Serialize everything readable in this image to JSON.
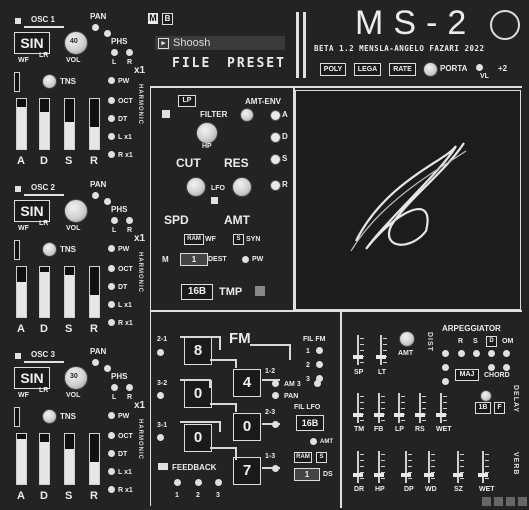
{
  "header": {
    "title": "MS-2",
    "subtitle": "BETA 1.2 MENSLA-ANGELO FAZARI 2022",
    "m_button": "M",
    "b_button": "B",
    "preset_name": "Shoosh",
    "file_label": "FILE",
    "preset_label": "PRESET",
    "poly_label": "POLY",
    "lega_label": "LEGA",
    "rate_label": "RATE",
    "porta_label": "PORTA",
    "vl_label": "VL",
    "plus2_label": "+2"
  },
  "oscillators": [
    {
      "title": "OSC 1",
      "wave": "SIN",
      "vol": "40",
      "wf": "WF",
      "lr": "LR",
      "vol_label": "VOL",
      "pan": "PAN",
      "phs": "PHS",
      "l": "L",
      "r": "R",
      "x1": "x1",
      "tns": "TNS",
      "pw": "PW",
      "oct": "OCT",
      "dt": "DT",
      "lx1": "L x1",
      "rx1": "R x1",
      "adsr": [
        "A",
        "D",
        "S",
        "R"
      ],
      "harmonic": "HARMONIC",
      "env": [
        0.85,
        0.75,
        0.55,
        0.45
      ]
    },
    {
      "title": "OSC 2",
      "wave": "SIN",
      "vol": "",
      "wf": "WF",
      "lr": "LR",
      "vol_label": "VOL",
      "pan": "PAN",
      "phs": "PHS",
      "l": "L",
      "r": "R",
      "x1": "x1",
      "tns": "TNS",
      "pw": "PW",
      "oct": "OCT",
      "dt": "DT",
      "lx1": "L x1",
      "rx1": "R x1",
      "adsr": [
        "A",
        "D",
        "S",
        "R"
      ],
      "harmonic": "HARMONIC",
      "env": [
        0.7,
        0.9,
        0.85,
        0.45
      ]
    },
    {
      "title": "OSC 3",
      "wave": "SIN",
      "vol": "30",
      "wf": "WF",
      "lr": "LR",
      "vol_label": "VOL",
      "pan": "PAN",
      "phs": "PHS",
      "l": "L",
      "r": "R",
      "x1": "x1",
      "tns": "TNS",
      "pw": "PW",
      "oct": "OCT",
      "dt": "DT",
      "lx1": "L x1",
      "rx1": "R x1",
      "adsr": [
        "A",
        "D",
        "S",
        "R"
      ],
      "harmonic": "HARMONIC",
      "env": [
        0.9,
        0.85,
        0.7,
        0.45
      ]
    }
  ],
  "filter": {
    "lp": "LP",
    "amt_env": "AMT-ENV",
    "filter": "FILTER",
    "hp": "HP",
    "a": "A",
    "d": "D",
    "s": "S",
    "r": "R",
    "cut": "CUT",
    "res": "RES",
    "lfo": "LFO",
    "spd": "SPD",
    "amt": "AMT",
    "ram": "RAM",
    "wf": "WF",
    "syn": "SYN",
    "m": "M",
    "one": "1",
    "dest": "DEST",
    "pw": "PW",
    "tmp_val": "16B",
    "tmp": "TMP"
  },
  "fm": {
    "title": "FM",
    "fil_fm": "FIL FM",
    "n1": "1",
    "n2": "2",
    "n3": "3",
    "op_values": [
      "8",
      "0",
      "0",
      "4",
      "0",
      "7"
    ],
    "r21": "2-1",
    "r32": "3-2",
    "r31": "3-1",
    "r12": "1-2",
    "r23": "2-3",
    "r13": "1-3",
    "am3": "AM 3",
    "pan": "PAN",
    "file_lfo": "FIL LFO",
    "val16b": "16B",
    "amt": "AMT",
    "ram": "RAM",
    "s": "S",
    "one": "1",
    "ds": "DS",
    "feedback": "FEEDBACK",
    "fb_nums": [
      "1",
      "2",
      "3"
    ]
  },
  "fx": {
    "dist": "DIST",
    "amt": "AMT",
    "sp": "SP",
    "lt": "LT",
    "arpeggiator": "ARPEGGIATOR",
    "r": "R",
    "s": "S",
    "d": "D",
    "om": "OM",
    "maj": "MAJ",
    "chord": "CHORD",
    "tm": "TM",
    "fb": "FB",
    "lp": "LP",
    "rs": "RS",
    "wet": "WET",
    "delay": "DELAY",
    "one_b": "1B",
    "f": "F",
    "dr": "DR",
    "hp": "HP",
    "dp": "DP",
    "wd": "WD",
    "sz": "SZ",
    "wet2": "WET",
    "verb": "VERB"
  },
  "colors": {
    "bg": "#232323",
    "fg": "#ececec",
    "display": "#1c1c1c"
  }
}
